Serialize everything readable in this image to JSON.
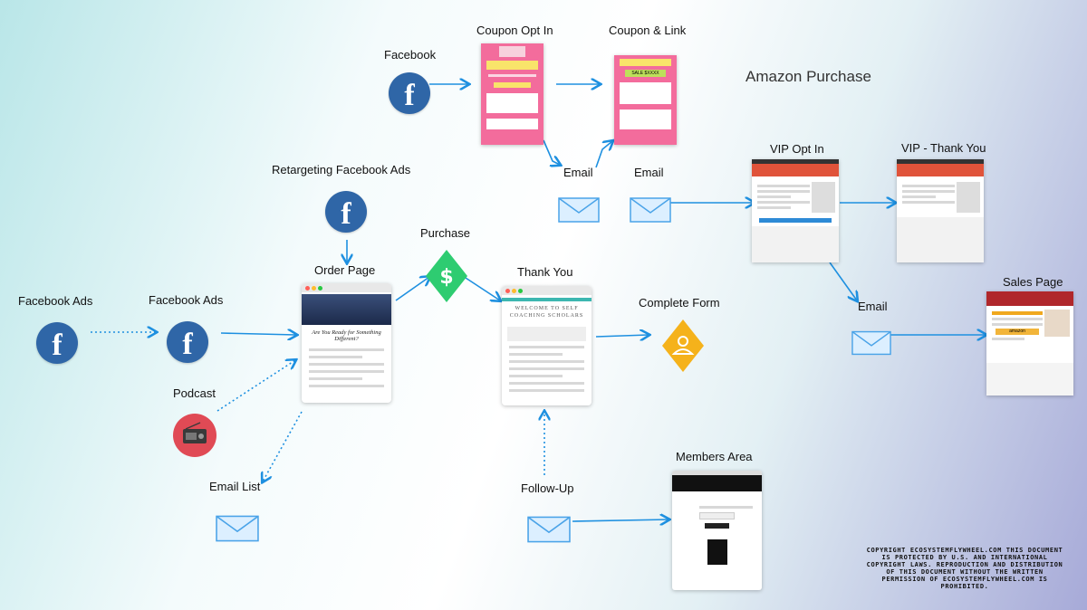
{
  "labels": {
    "facebook_top": "Facebook",
    "coupon_opt_in": "Coupon Opt In",
    "coupon_link": "Coupon & Link",
    "amazon_purchase": "Amazon Purchase",
    "vip_opt_in": "VIP Opt In",
    "vip_thank_you": "VIP - Thank You",
    "email_1": "Email",
    "email_2": "Email",
    "retargeting": "Retargeting Facebook Ads",
    "purchase": "Purchase",
    "order_page": "Order Page",
    "thank_you": "Thank You",
    "facebook_ads_1": "Facebook Ads",
    "facebook_ads_2": "Facebook Ads",
    "complete_form": "Complete Form",
    "email_3": "Email",
    "sales_page": "Sales Page",
    "podcast": "Podcast",
    "email_list": "Email List",
    "follow_up": "Follow-Up",
    "members_area": "Members Area"
  },
  "pages": {
    "order_headline": "Are You Ready for Something Different?",
    "thank_you_headline": "WELCOME TO SELF COACHING SCHOLARS",
    "coupon_link_badge": "SALE $XXXX",
    "sales_badge": "amazon"
  },
  "copyright": "COPYRIGHT ECOSYSTEMFLYWHEEL.COM THIS DOCUMENT IS PROTECTED BY U.S. AND INTERNATIONAL COPYRIGHT LAWS. REPRODUCTION AND DISTRIBUTION OF THIS DOCUMENT WITHOUT THE WRITTEN PERMISSION OF ECOSYSTEMFLYWHEEL.COM IS PROHIBITED.",
  "colors": {
    "facebook": "#2f66a7",
    "arrow": "#1e90e0",
    "purchase_diamond": "#2ecc71",
    "form_diamond": "#f5b21b",
    "podcast": "#e04a55",
    "coupon_page": "#f36c9c",
    "vip_header": "#e0533a",
    "mail_fill": "#dcefff",
    "mail_stroke": "#4aa3e8"
  },
  "icons": {
    "facebook": "facebook-icon",
    "mail": "envelope-icon",
    "purchase": "dollar-icon",
    "form": "user-icon",
    "podcast": "radio-icon"
  }
}
